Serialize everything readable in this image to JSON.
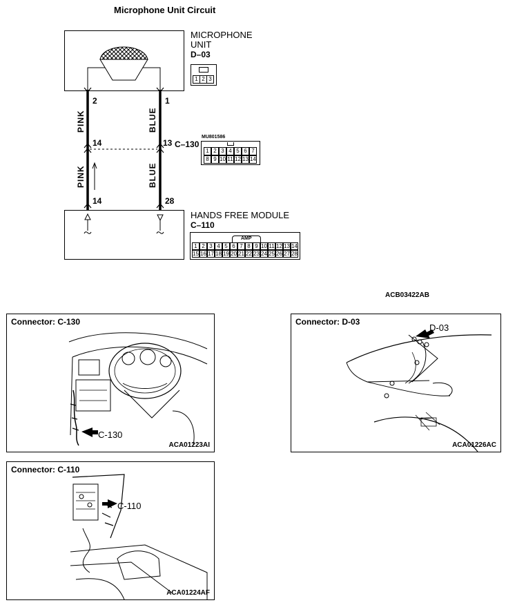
{
  "diagram": {
    "title": "Microphone Unit Circuit",
    "figure_code": "ACB03422AB",
    "mic_unit": {
      "name_line1": "MICROPHONE",
      "name_line2": "UNIT",
      "connector": "D–03",
      "pins": [
        "1",
        "2",
        "3"
      ]
    },
    "wires": {
      "left_color_top": "PINK",
      "left_color_bottom": "PINK",
      "right_color_top": "BLUE",
      "right_color_bottom": "BLUE",
      "left_pin_top": "2",
      "right_pin_top": "1",
      "left_pin_mid": "14",
      "right_pin_mid": "13",
      "left_pin_bottom": "14",
      "right_pin_bottom": "28"
    },
    "c130": {
      "label": "C–130",
      "part_number": "MU801586",
      "row1": [
        "1",
        "2",
        "3",
        "4",
        "5",
        "6",
        "7"
      ],
      "row2": [
        "8",
        "9",
        "10",
        "11",
        "12",
        "13",
        "14"
      ]
    },
    "hands_free": {
      "name": "HANDS FREE MODULE",
      "connector": "C–110",
      "tag": "AMP",
      "row1": [
        "1",
        "2",
        "3",
        "4",
        "5",
        "6",
        "7",
        "8",
        "9",
        "10",
        "11",
        "12",
        "13",
        "14"
      ],
      "row2": [
        "15",
        "16",
        "17",
        "18",
        "19",
        "20",
        "21",
        "22",
        "23",
        "24",
        "25",
        "26",
        "27",
        "28"
      ]
    }
  },
  "panels": [
    {
      "title": "Connector: C-130",
      "callout": "C-130",
      "code": "ACA01223AI"
    },
    {
      "title": "Connector: D-03",
      "callout": "D-03",
      "code": "ACA01226AC"
    },
    {
      "title": "Connector: C-110",
      "callout": "C-110",
      "code": "ACA01224AF"
    }
  ]
}
